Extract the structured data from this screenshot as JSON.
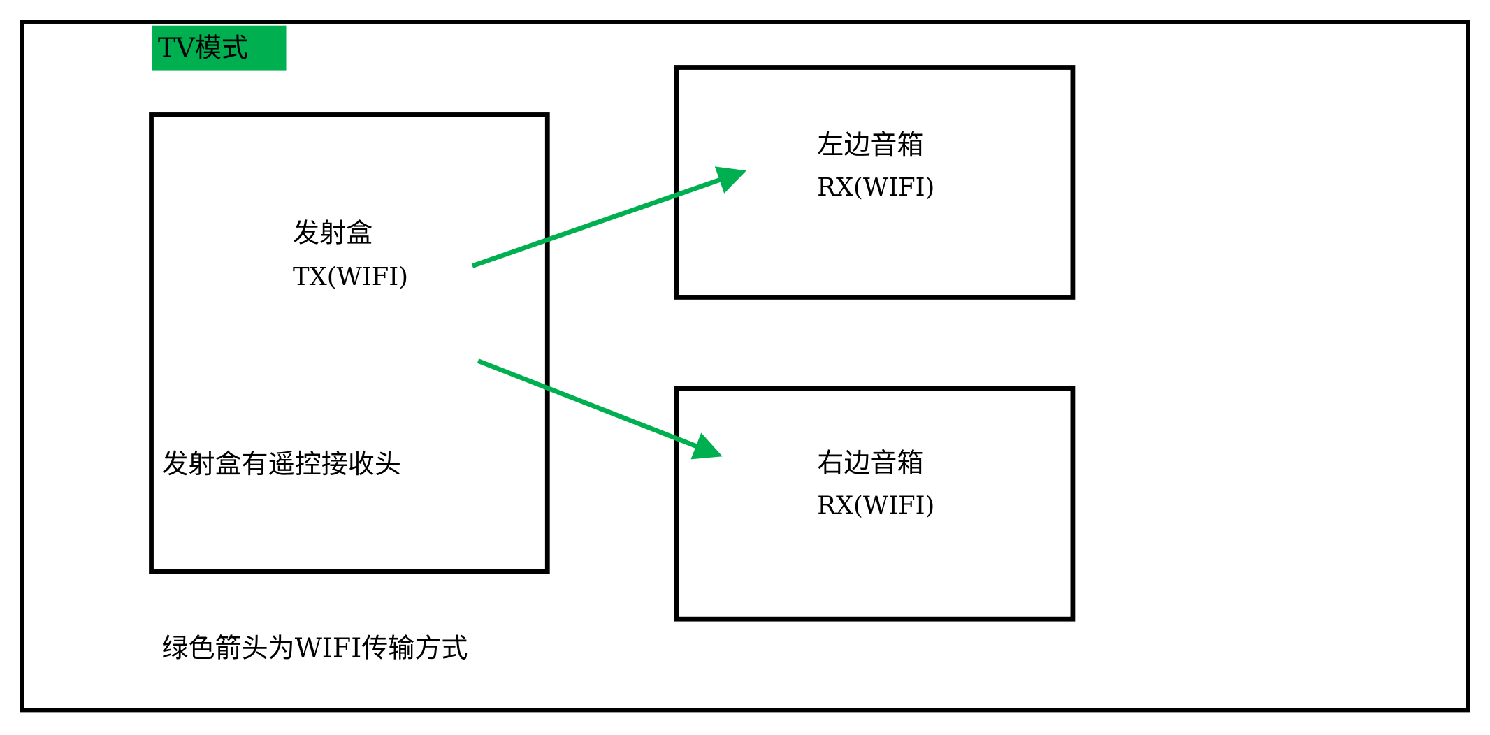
{
  "colors": {
    "accent": "#00b050",
    "stroke": "#000000"
  },
  "mode_label": "TV模式",
  "transmitter": {
    "title": "发射盒",
    "subtitle": "TX(WIFI)",
    "note": "发射盒有遥控接收头"
  },
  "left_speaker": {
    "title": "左边音箱",
    "subtitle": "RX(WIFI)"
  },
  "right_speaker": {
    "title": "右边音箱",
    "subtitle": "RX(WIFI)"
  },
  "legend": "绿色箭头为WIFI传输方式"
}
